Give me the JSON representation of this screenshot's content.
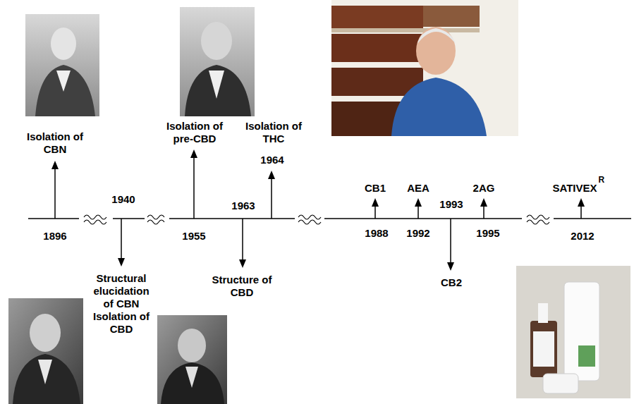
{
  "diagram": {
    "labels": [
      "Isolation of CBN",
      "1896",
      "1940",
      "Structural elucidation of CBN Isolation of CBD",
      "Isolation of pre-CBD",
      "1955",
      "1963",
      "Structure of CBD",
      "Isolation of THC",
      "1964",
      "CB1",
      "1988",
      "AEA",
      "1992",
      "1993",
      "CB2",
      "2AG",
      "1995",
      "SATIVEX",
      "R",
      "2012"
    ]
  }
}
